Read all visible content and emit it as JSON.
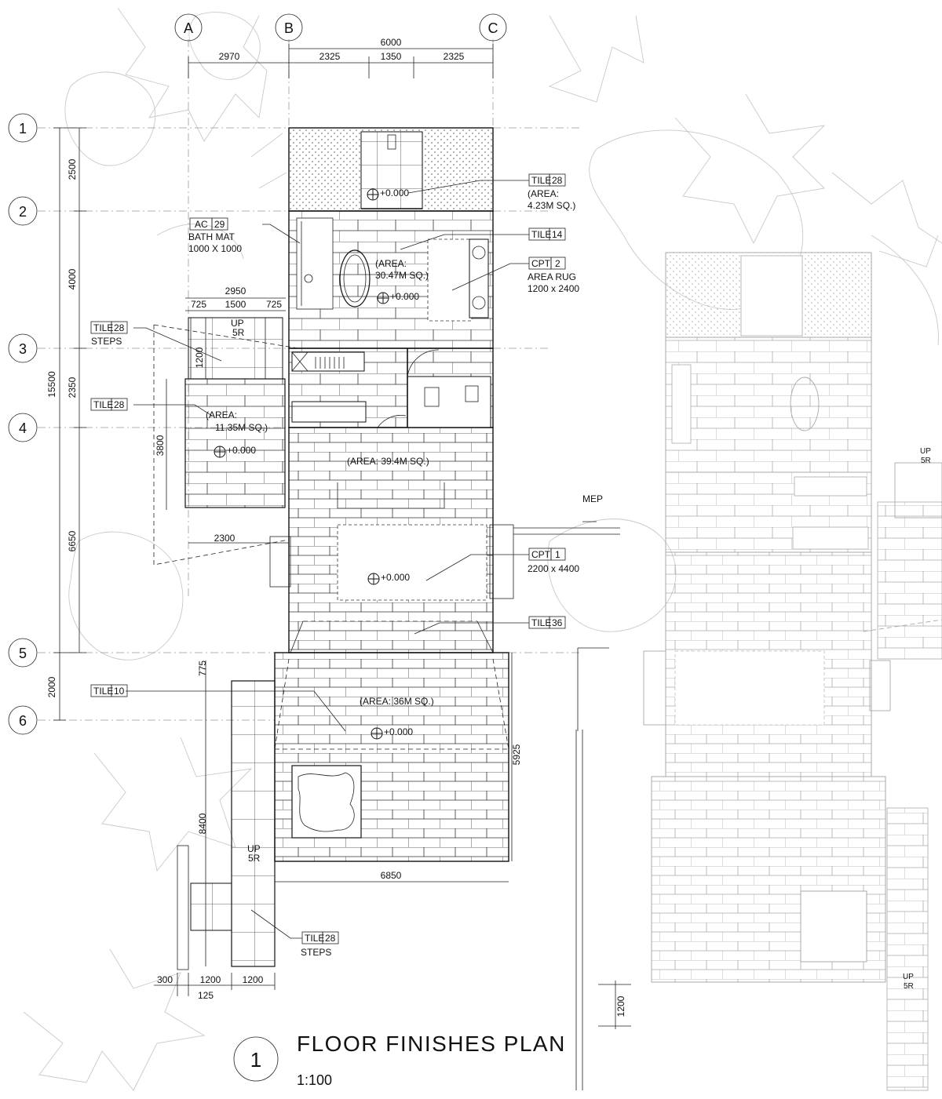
{
  "title": "FLOOR FINISHES PLAN",
  "scale": "1:100",
  "view_number": "1",
  "grid_columns": [
    "A",
    "B",
    "C"
  ],
  "grid_rows": [
    "1",
    "2",
    "3",
    "4",
    "5",
    "6"
  ],
  "dimensions": {
    "top_total": "6000",
    "top_a_b": "2970",
    "top_seg1": "2325",
    "top_seg2": "1350",
    "top_seg3": "2325",
    "left_total": "15500",
    "left_1_2": "2500",
    "left_2_3": "4000",
    "left_3_4": "2350",
    "left_4_5": "6650",
    "left_5_6": "2000",
    "steps_total": "2950",
    "steps_a": "725",
    "steps_b": "1500",
    "steps_c": "725",
    "steps_depth": "1200",
    "deck_depth": "3800",
    "deck_width": "2300",
    "terrace_width": "6850",
    "terrace_depth": "5925",
    "stair_run": "8400",
    "stair_gap": "775",
    "bottom_300": "300",
    "bottom_1200a": "1200",
    "bottom_1200b": "1200",
    "bottom_125": "125",
    "right_1200": "1200"
  },
  "tags": [
    {
      "code": "TILE",
      "num": "28",
      "lines": [
        "(AREA:",
        "4.23M SQ.)"
      ]
    },
    {
      "code": "AC",
      "num": "29",
      "lines": [
        "BATH MAT",
        "1000 X 1000"
      ]
    },
    {
      "code": "TILE",
      "num": "14",
      "lines": []
    },
    {
      "code": "CPT",
      "num": "2",
      "lines": [
        "AREA RUG",
        "1200 x 2400"
      ]
    },
    {
      "code": "TILE",
      "num": "28",
      "lines": [
        "STEPS"
      ]
    },
    {
      "code": "TILE",
      "num": "28",
      "lines": []
    },
    {
      "code": "CPT",
      "num": "1",
      "lines": [
        "2200 x 4400"
      ]
    },
    {
      "code": "TILE",
      "num": "36",
      "lines": []
    },
    {
      "code": "TILE",
      "num": "10",
      "lines": []
    },
    {
      "code": "TILE",
      "num": "28",
      "lines": [
        "STEPS"
      ]
    }
  ],
  "areas": [
    {
      "line1": "(AREA:",
      "line2": "30.47M SQ.)"
    },
    {
      "line1": "(AREA:",
      "line2": "11.35M SQ.)"
    },
    {
      "line1": "(AREA: 39.4M SQ.)",
      "line2": ""
    },
    {
      "line1": "(AREA: 36M SQ.)",
      "line2": ""
    }
  ],
  "level_marker": "+0.000",
  "up_label": "UP",
  "risers_label": "5R",
  "mep_label": "MEP"
}
